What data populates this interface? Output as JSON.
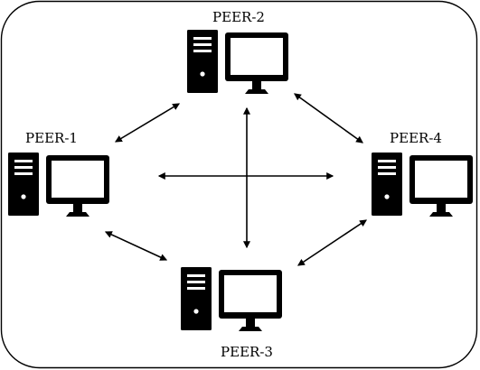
{
  "diagram": {
    "peers": [
      {
        "id": "peer-1",
        "label": "PEER-1",
        "icon": "desktop-computer-icon"
      },
      {
        "id": "peer-2",
        "label": "PEER-2",
        "icon": "desktop-computer-icon"
      },
      {
        "id": "peer-3",
        "label": "PEER-3",
        "icon": "desktop-computer-icon"
      },
      {
        "id": "peer-4",
        "label": "PEER-4",
        "icon": "desktop-computer-icon"
      }
    ],
    "connections": [
      {
        "from": "peer-1",
        "to": "peer-2",
        "bidirectional": true
      },
      {
        "from": "peer-2",
        "to": "peer-4",
        "bidirectional": true
      },
      {
        "from": "peer-1",
        "to": "peer-3",
        "bidirectional": true
      },
      {
        "from": "peer-3",
        "to": "peer-4",
        "bidirectional": true
      },
      {
        "from": "peer-1",
        "to": "peer-4",
        "bidirectional": true
      },
      {
        "from": "peer-2",
        "to": "peer-3",
        "bidirectional": true
      }
    ],
    "colors": {
      "ink": "#000000",
      "background": "#ffffff"
    }
  }
}
